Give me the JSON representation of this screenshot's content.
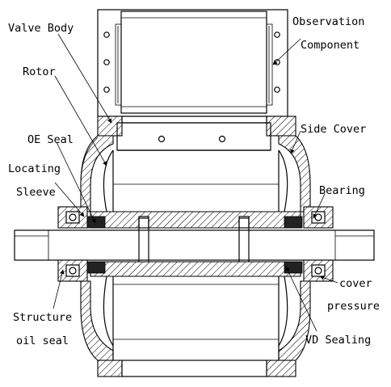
{
  "labels": {
    "valve_body": "Valve Body",
    "observation_1": "Observation",
    "observation_2": "Component",
    "rotor": "Rotor",
    "side_cover": "Side Cover",
    "oe_seal": "OE Seal",
    "locating_1": "Locating",
    "locating_2": "Sleeve",
    "bearing": "Bearing",
    "cover": "cover",
    "pressure": "pressure",
    "structure_1": "Structure",
    "structure_2": "oil seal",
    "vd_sealing": "VD Sealing"
  },
  "colors": {
    "line": "#000000",
    "background": "#ffffff"
  }
}
